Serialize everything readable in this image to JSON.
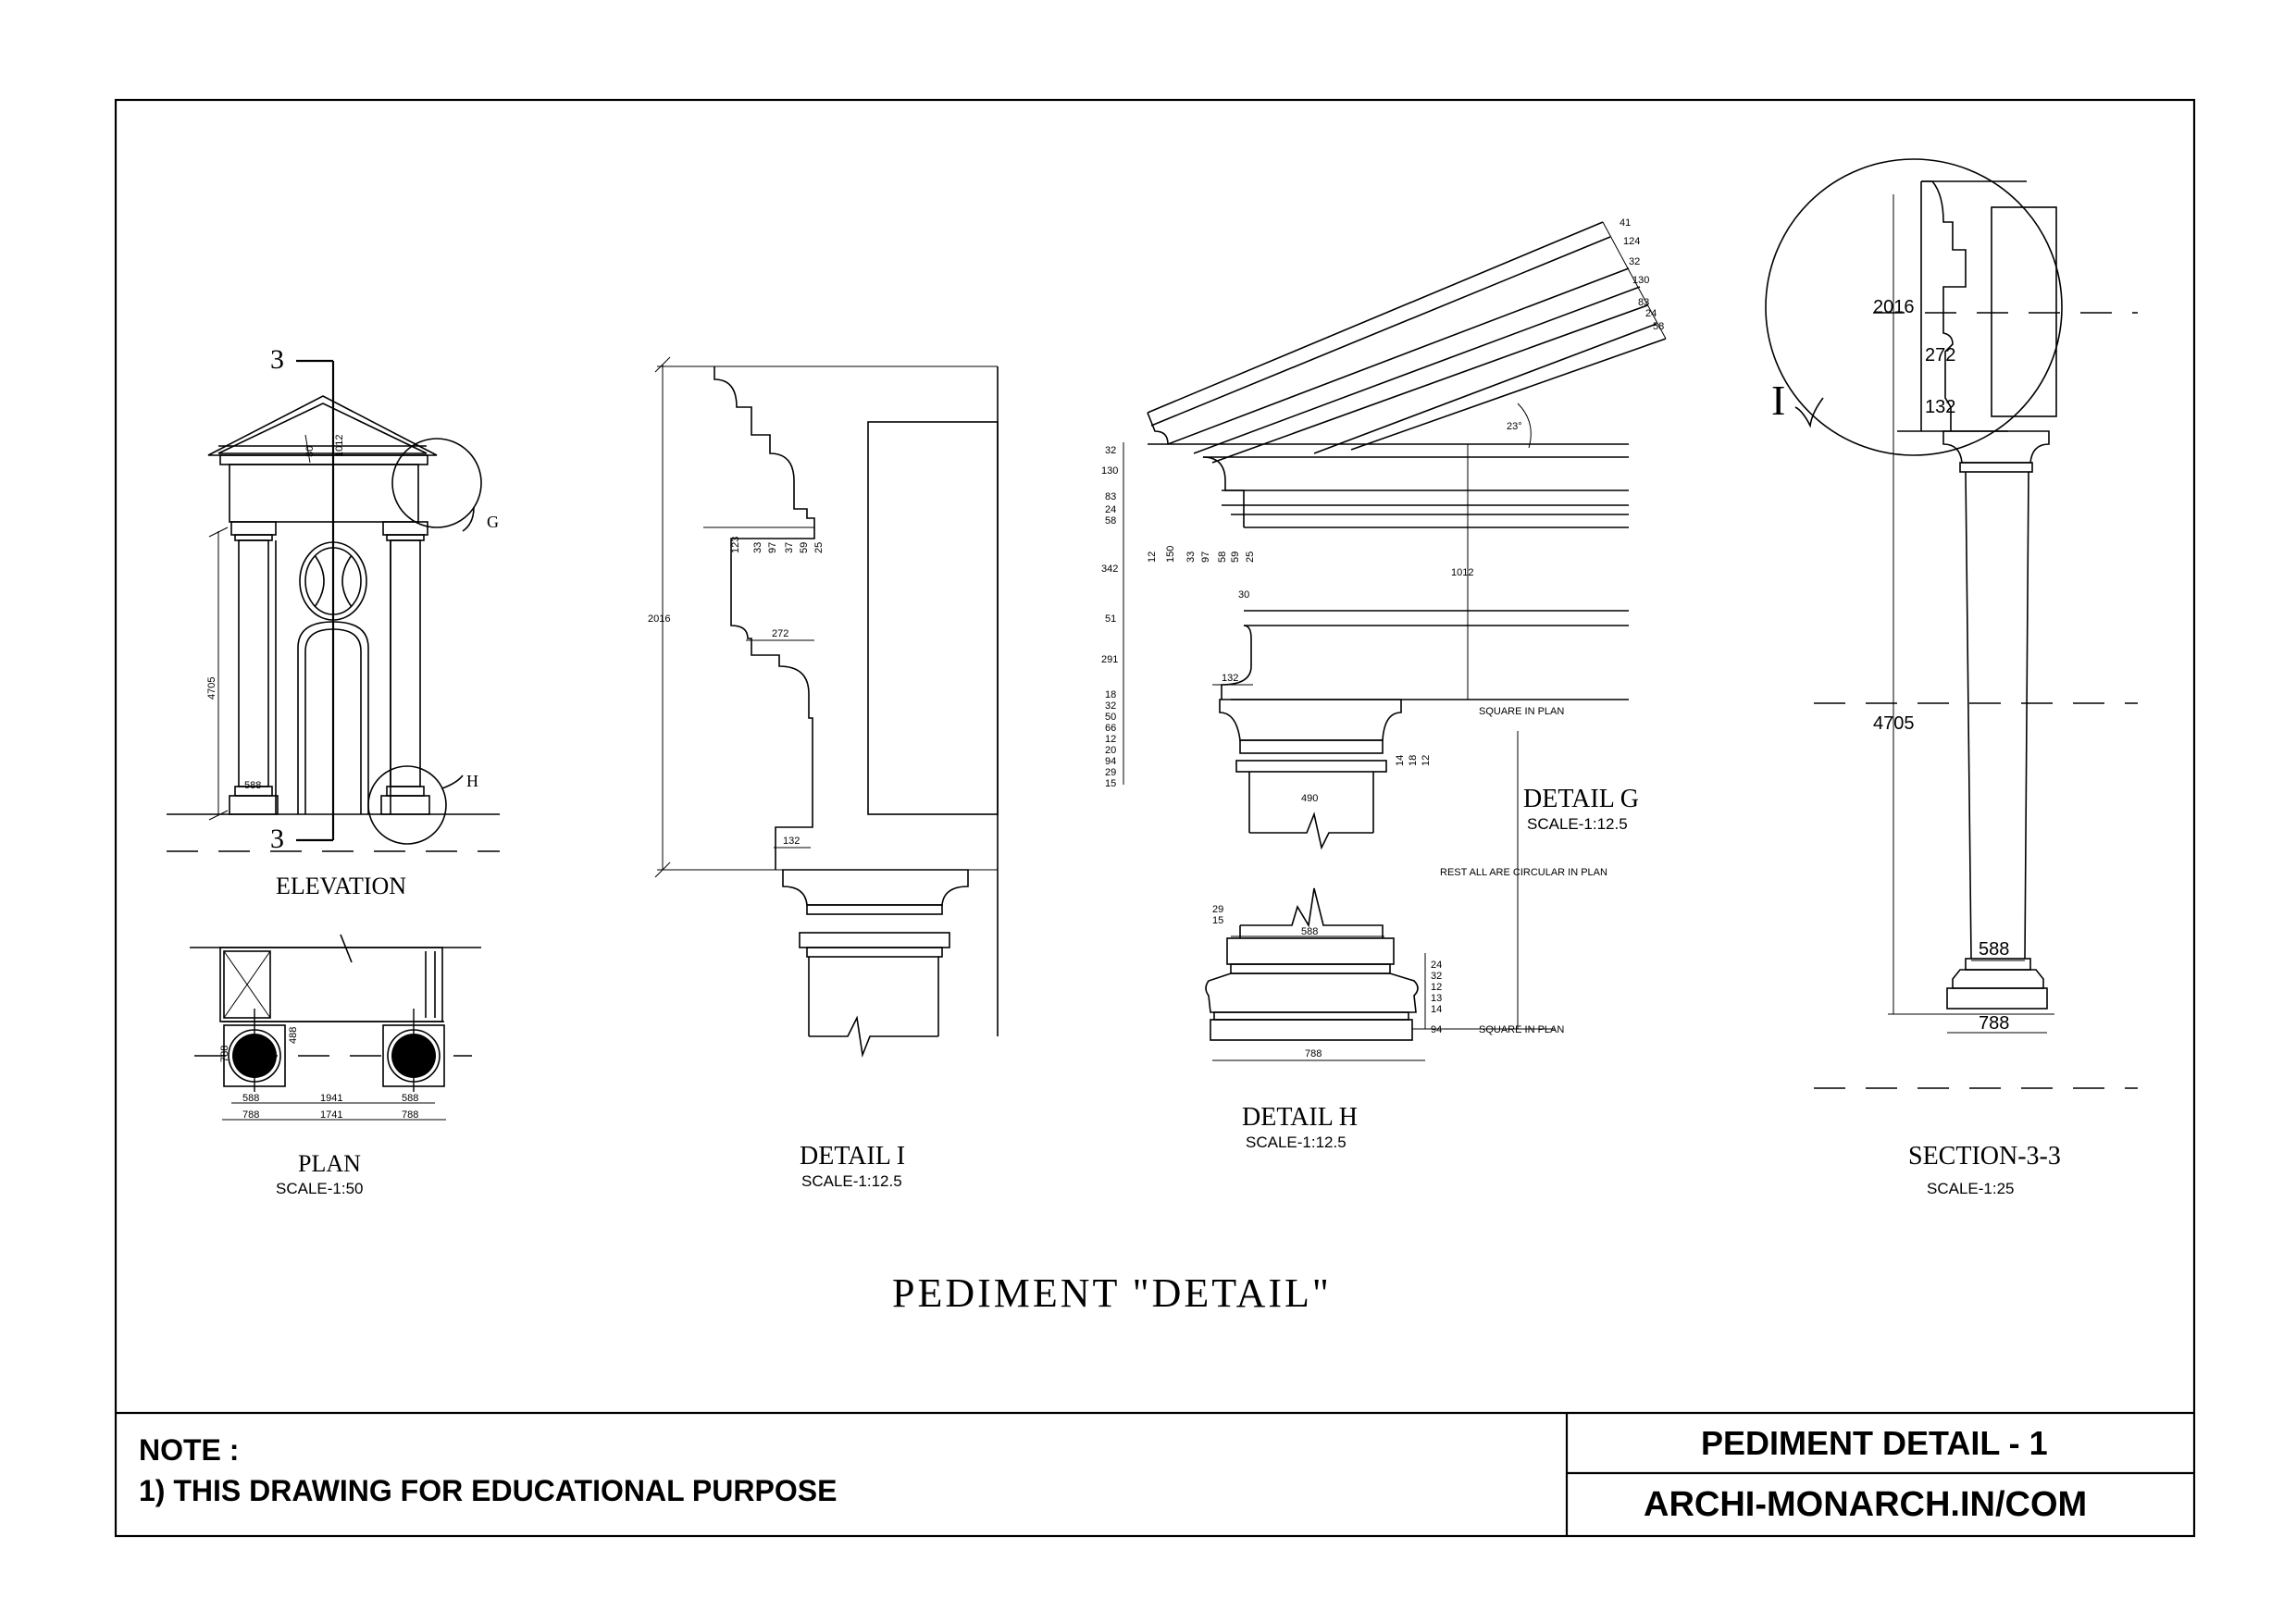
{
  "drawing": {
    "main_title": "PEDIMENT \"DETAIL\"",
    "views": {
      "elevation": {
        "title": "ELEVATION",
        "section_mark": "3",
        "callout_g": "G",
        "callout_h": "H",
        "dim_height": "4705",
        "dim_base": "588",
        "dim_small_a": "30",
        "dim_small_b": "1012"
      },
      "plan": {
        "title": "PLAN",
        "scale": "SCALE-1:50",
        "dims": {
          "d588a": "588",
          "d1941": "1941",
          "d588b": "588",
          "d788a": "788",
          "d1741": "1741",
          "d788b": "788",
          "d788v": "788",
          "d488v": "488"
        }
      },
      "detail_i": {
        "title": "DETAIL  I",
        "scale": "SCALE-1:12.5",
        "dims": {
          "d2016": "2016",
          "d123": "123",
          "d33": "33",
          "d97": "97",
          "d37": "37",
          "d59": "59",
          "d25": "25",
          "d272": "272",
          "d132": "132"
        }
      },
      "detail_g": {
        "title": "DETAIL  G",
        "scale": "SCALE-1:12.5",
        "angle": "23°",
        "note_square_top": "SQUARE IN PLAN",
        "note_circular": "REST ALL ARE CIRCULAR IN PLAN",
        "dim_1012": "1012",
        "left_dims": [
          "32",
          "130",
          "83",
          "24",
          "58",
          "342",
          "51",
          "291",
          "18",
          "32",
          "50",
          "66",
          "12",
          "20",
          "94",
          "29",
          "15"
        ],
        "rake_dims": [
          "41",
          "124",
          "32",
          "130",
          "83",
          "24",
          "58"
        ],
        "bottom_dims": [
          "12",
          "150",
          "33",
          "97",
          "58",
          "59",
          "25"
        ],
        "d30": "30",
        "d132": "132",
        "d490": "490",
        "cap_dims": [
          "14",
          "18",
          "12"
        ]
      },
      "detail_h": {
        "title": "DETAIL  H",
        "scale": "SCALE-1:12.5",
        "note_square_bottom": "SQUARE IN PLAN",
        "d588": "588",
        "d788": "788",
        "right_dims": [
          "24",
          "32",
          "12",
          "13",
          "14",
          "94"
        ],
        "left_dims": [
          "29",
          "15"
        ]
      },
      "section": {
        "title": "SECTION-3-3",
        "scale": "SCALE-1:25",
        "callout": "I",
        "d2016": "2016",
        "d272": "272",
        "d132": "132",
        "d4705": "4705",
        "d588": "588",
        "d788": "788"
      }
    }
  },
  "title_block": {
    "note_label": "NOTE :",
    "note_text": "1) THIS DRAWING FOR EDUCATIONAL PURPOSE",
    "sheet_title": "PEDIMENT DETAIL - 1",
    "website": "ARCHI-MONARCH.IN/COM"
  }
}
